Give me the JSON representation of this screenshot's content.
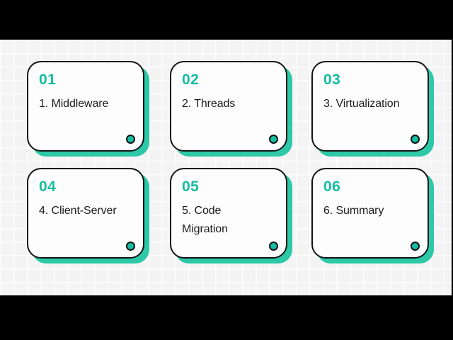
{
  "slide": {
    "cards": [
      {
        "number": "01",
        "label": "1. Middleware"
      },
      {
        "number": "02",
        "label": "2. Threads"
      },
      {
        "number": "03",
        "label": "3. Virtualization"
      },
      {
        "number": "04",
        "label": "4. Client-Server"
      },
      {
        "number": "05",
        "label": "5. Code Migration"
      },
      {
        "number": "06",
        "label": "6. Summary"
      }
    ],
    "icons": {
      "card_corner": "bullet-dot-icon"
    },
    "colors": {
      "accent": "#15bda2",
      "card_shadow": "#2cc8a7",
      "card_border": "#141414",
      "card_bg": "#fdfdfd",
      "canvas_bg": "#f4f4f5",
      "text": "#1c1c1e",
      "letterbox": "#000000"
    }
  }
}
